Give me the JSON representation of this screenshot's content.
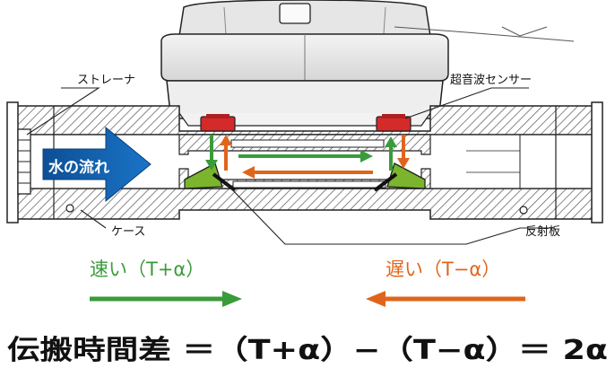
{
  "labels": {
    "strainer": "ストレーナ",
    "sensor": "超音波センサー",
    "case": "ケース",
    "reflector": "反射板",
    "water_flow": "水の流れ"
  },
  "legend": {
    "fast": "速い（T+α）",
    "slow": "遅い（T−α）"
  },
  "formula": "伝搬時間差 ＝（T+α）−（T−α）＝ 2α",
  "colors": {
    "fast": "#3a9b3a",
    "slow": "#e0651c",
    "flow_arrow": "#1565b0",
    "sensor": "#d42a2a",
    "reflector": "#7ab52d",
    "outline": "#222222"
  }
}
